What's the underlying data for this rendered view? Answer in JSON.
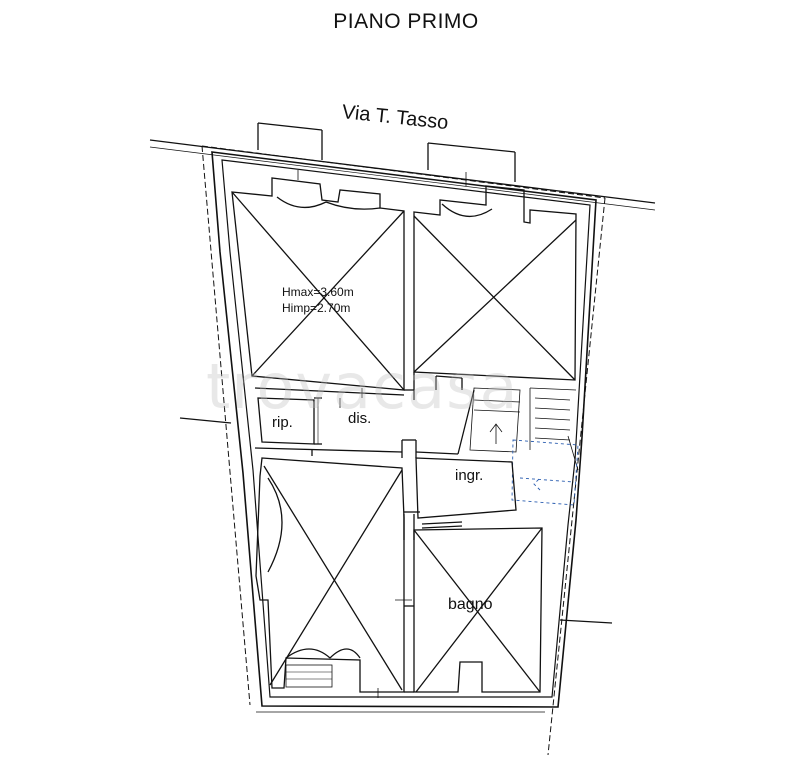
{
  "title": "PIANO PRIMO",
  "street": "Via T. Tasso",
  "room_labels": {
    "height_max": "Hmax=3.60m",
    "height_imp": "Himp=2.70m",
    "rip": "rip.",
    "dis": "dis.",
    "ingr": "ingr.",
    "bagno": "bagno"
  },
  "watermark": "trovacasa",
  "colors": {
    "wall": "#111111",
    "stair_dash": "#2a5db0",
    "watermark": "#bebebe"
  }
}
